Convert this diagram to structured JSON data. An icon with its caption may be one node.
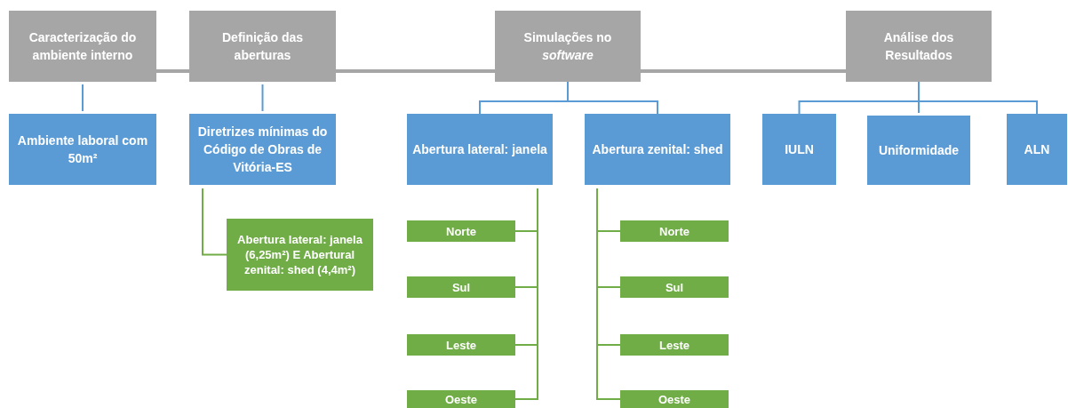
{
  "diagram": {
    "nodes": [
      {
        "text": [
          "Caracterização do ambiente interno"
        ]
      },
      {
        "text": [
          "Definição das aberturas"
        ]
      },
      {
        "text": [
          "Simulações no *software*"
        ]
      },
      {
        "text": [
          "Análise dos Resultados"
        ]
      },
      {
        "text": [
          "Ambiente laboral com 50m²"
        ]
      },
      {
        "text": [
          "Diretrizes mínimas do Código de Obras de Vitória-ES"
        ]
      },
      {
        "text": [
          "Abertura lateral: janela"
        ]
      },
      {
        "text": [
          "Abertura zenital: shed"
        ]
      },
      {
        "text": [
          "IULN"
        ]
      },
      {
        "text": [
          "Uniformidade"
        ]
      },
      {
        "text": [
          "ALN"
        ]
      },
      {
        "text": [
          "Abertura lateral: janela (6,25m²) E Abertural zenital: shed (4,4m²)"
        ]
      },
      {
        "text": [
          "Norte"
        ]
      },
      {
        "text": [
          "Sul"
        ]
      },
      {
        "text": [
          "Leste"
        ]
      },
      {
        "text": [
          "Oeste"
        ]
      },
      {
        "text": [
          "Norte"
        ]
      },
      {
        "text": [
          "Sul"
        ]
      },
      {
        "text": [
          "Leste"
        ]
      },
      {
        "text": [
          "Oeste"
        ]
      }
    ],
    "edges": [
      {
        "from": 0,
        "to": 1,
        "arrow": "none",
        "style": "thick",
        "color": "#a6a6a6"
      },
      {
        "from": 1,
        "to": 2,
        "arrow": "none",
        "style": "thick",
        "color": "#a6a6a6"
      },
      {
        "from": 2,
        "to": 3,
        "arrow": "none",
        "style": "thick",
        "color": "#a6a6a6"
      },
      {
        "from": 0,
        "to": 4,
        "arrow": "none",
        "color": "#5b9bd5"
      },
      {
        "from": 1,
        "to": 5,
        "arrow": "none",
        "color": "#5b9bd5"
      },
      {
        "from": 2,
        "to": 6,
        "arrow": "none",
        "color": "#5b9bd5"
      },
      {
        "from": 2,
        "to": 7,
        "arrow": "none",
        "color": "#5b9bd5"
      },
      {
        "from": 3,
        "to": 8,
        "arrow": "none",
        "color": "#5b9bd5"
      },
      {
        "from": 3,
        "to": 9,
        "arrow": "none",
        "color": "#5b9bd5"
      },
      {
        "from": 3,
        "to": 10,
        "arrow": "none",
        "color": "#5b9bd5"
      },
      {
        "from": 5,
        "to": 11,
        "arrow": "none",
        "color": "#70ad47"
      },
      {
        "from": 6,
        "to": 12,
        "arrow": "none",
        "color": "#70ad47"
      },
      {
        "from": 6,
        "to": 13,
        "arrow": "none",
        "color": "#70ad47"
      },
      {
        "from": 6,
        "to": 14,
        "arrow": "none",
        "color": "#70ad47"
      },
      {
        "from": 6,
        "to": 15,
        "arrow": "none",
        "color": "#70ad47"
      },
      {
        "from": 7,
        "to": 16,
        "arrow": "none",
        "color": "#70ad47"
      },
      {
        "from": 7,
        "to": 17,
        "arrow": "none",
        "color": "#70ad47"
      },
      {
        "from": 7,
        "to": 18,
        "arrow": "none",
        "color": "#70ad47"
      },
      {
        "from": 7,
        "to": 19,
        "arrow": "none",
        "color": "#70ad47"
      }
    ]
  }
}
